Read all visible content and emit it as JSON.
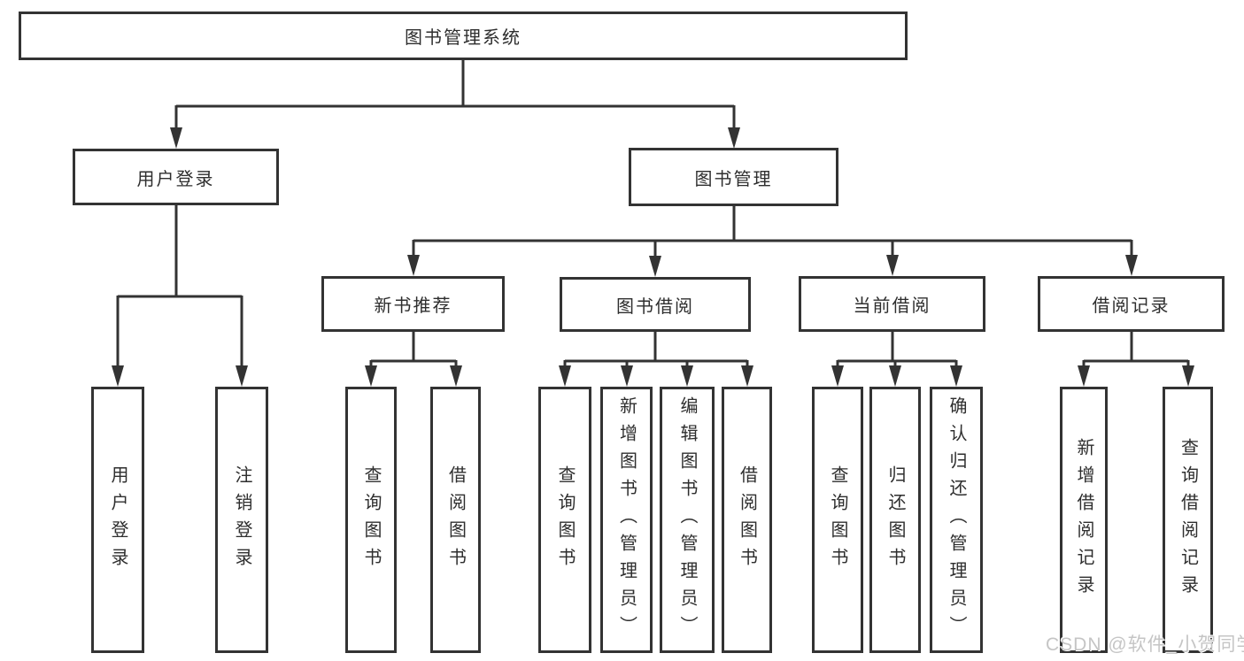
{
  "tree": {
    "label": "图书管理系统",
    "children": [
      {
        "label": "用户登录",
        "children": [
          {
            "label": "用户登录"
          },
          {
            "label": "注销登录"
          }
        ]
      },
      {
        "label": "图书管理",
        "children": [
          {
            "label": "新书推荐",
            "children": [
              {
                "label": "查询图书"
              },
              {
                "label": "借阅图书"
              }
            ]
          },
          {
            "label": "图书借阅",
            "children": [
              {
                "label": "查询图书"
              },
              {
                "label": "新增图书（管理员）"
              },
              {
                "label": "编辑图书（管理员）"
              },
              {
                "label": "借阅图书"
              }
            ]
          },
          {
            "label": "当前借阅",
            "children": [
              {
                "label": "查询图书"
              },
              {
                "label": "归还图书"
              },
              {
                "label": "确认归还（管理员）"
              }
            ]
          },
          {
            "label": "借阅记录",
            "children": [
              {
                "label": "新增借阅记录"
              },
              {
                "label": "查询借阅记录"
              }
            ]
          }
        ]
      }
    ]
  },
  "watermark": {
    "text": "CSDN @软件_小贺同学"
  },
  "colors": {
    "line": "#333333",
    "text": "#2e2e2e",
    "background": "#ffffff",
    "watermark": "#c5c5c5"
  }
}
